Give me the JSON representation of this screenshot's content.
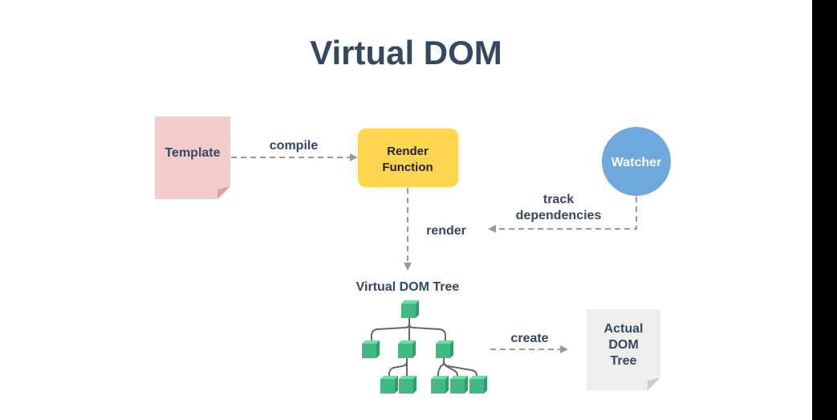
{
  "title": "Virtual DOM",
  "nodes": {
    "template": {
      "label": "Template",
      "color": "#f4cccc"
    },
    "render_function": {
      "line1": "Render",
      "line2": "Function",
      "color": "#ffd54f"
    },
    "watcher": {
      "label": "Watcher",
      "color": "#6fa8dc"
    },
    "vdom_tree": {
      "label": "Virtual DOM Tree",
      "cube_color": "#42b983"
    },
    "actual_dom": {
      "line1": "Actual",
      "line2": "DOM",
      "line3": "Tree",
      "color": "#eeeeee"
    }
  },
  "edges": {
    "compile": "compile",
    "render": "render",
    "track_line1": "track",
    "track_line2": "dependencies",
    "create": "create"
  },
  "colors": {
    "text": "#34495e",
    "arrow": "#999999"
  }
}
